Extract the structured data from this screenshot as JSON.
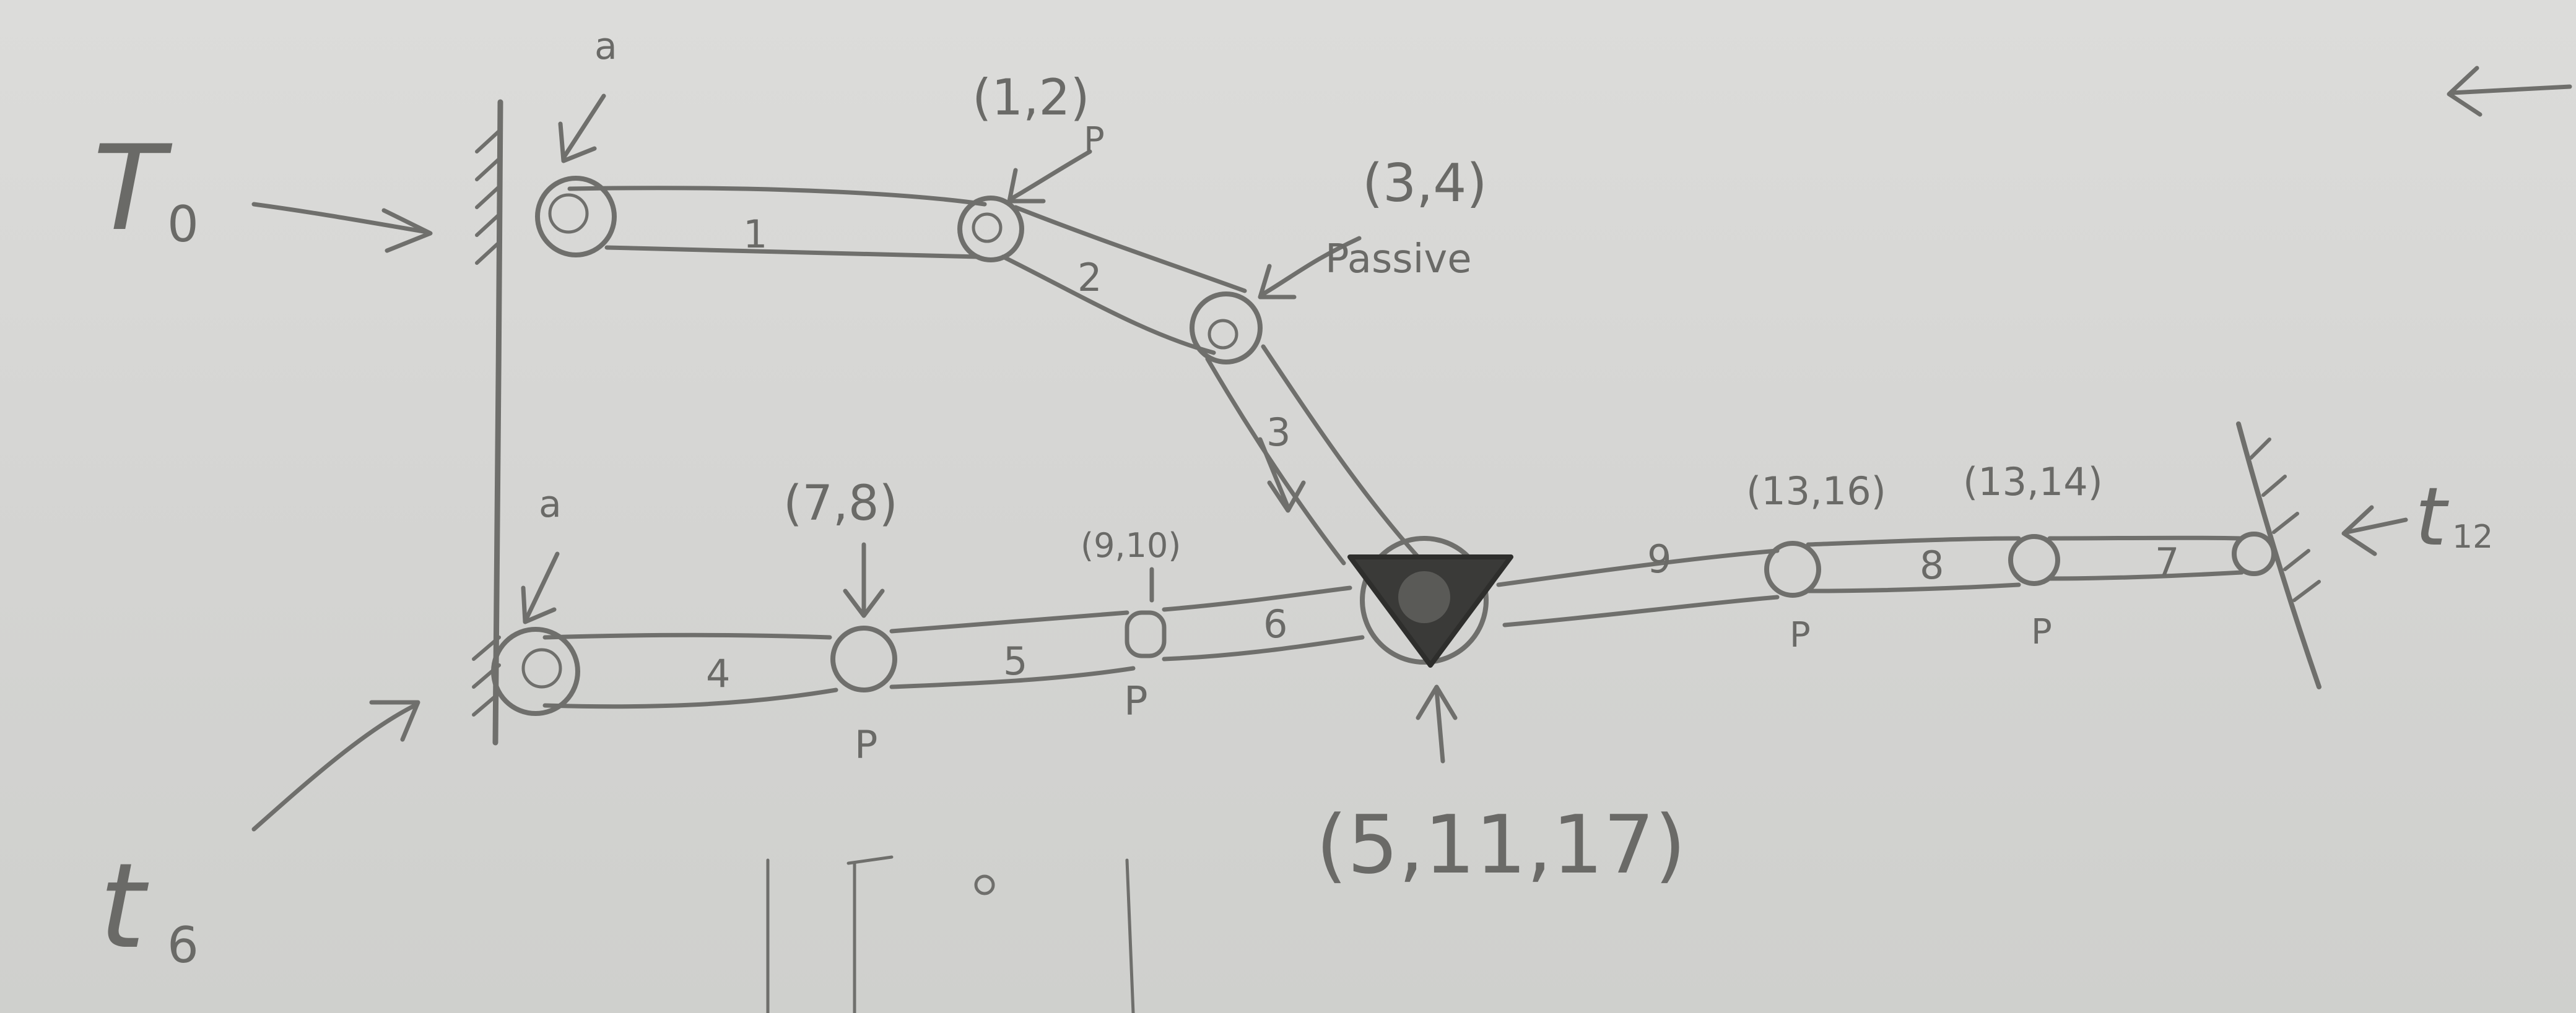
{
  "diagram": {
    "frames": {
      "ground_left": "T",
      "ground_left_sub": "0",
      "ground_bottom": "t",
      "ground_bottom_sub": "6",
      "ground_right": "t",
      "ground_right_sub": "12"
    },
    "joint_labels": {
      "a_top": "a",
      "a_bottom": "a",
      "j12": "(1,2)",
      "j12_p": "P",
      "j34": "(3,4)",
      "passive": "Passive",
      "j78": "(7,8)",
      "j78_p": "P",
      "j910": "(9,10)",
      "j910_p": "P",
      "j51117": "(5,11,17)",
      "j1316": "(13,16)",
      "j1316_p": "P",
      "j1314": "(13,14)",
      "j1314_p": "P"
    },
    "link_labels": {
      "l1": "1",
      "l2": "2",
      "l3": "3",
      "l4": "4",
      "l5": "5",
      "l6": "6",
      "l7": "7",
      "l8": "8",
      "l9": "9"
    },
    "colors": {
      "paper": "#d9d9d7",
      "pencil": "#6f6f6c",
      "graphite_dark": "#3a3a38"
    }
  }
}
